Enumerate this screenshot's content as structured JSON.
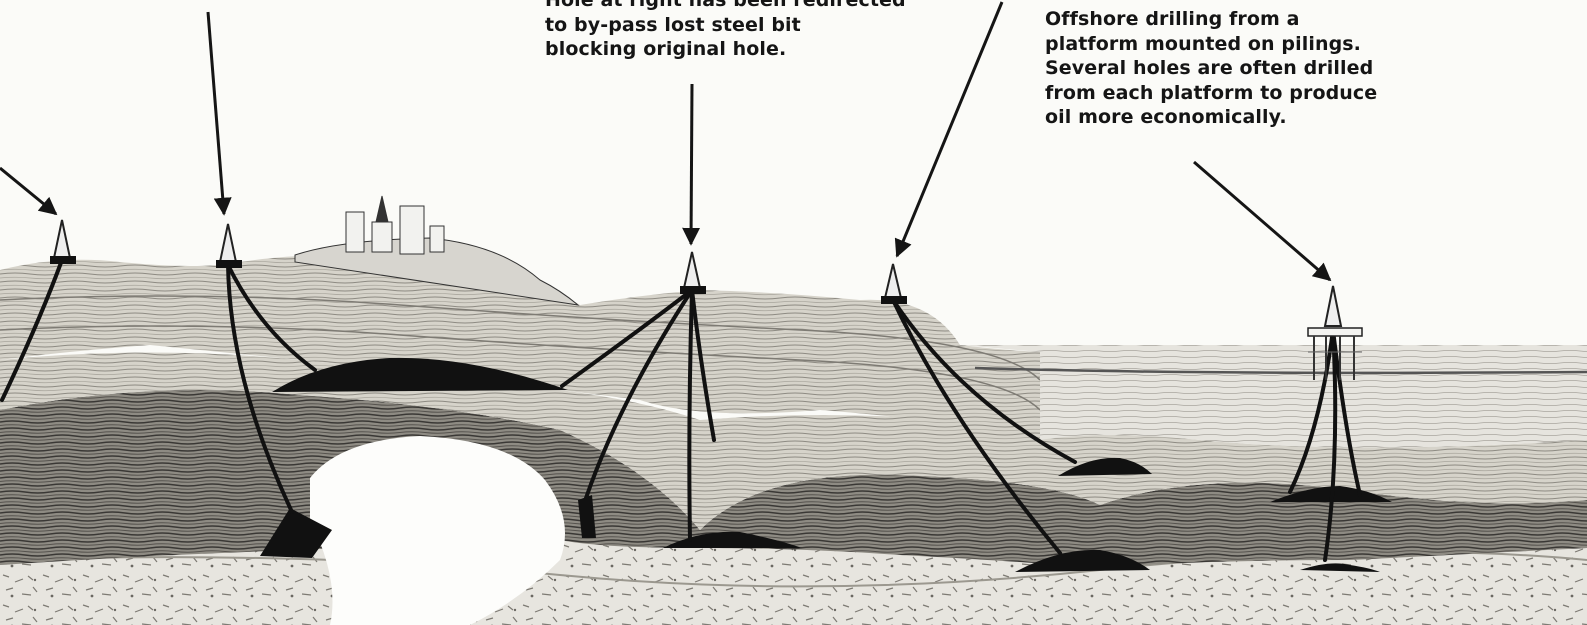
{
  "captions": {
    "left_partial": {
      "lines": [
        "··· · ···"
      ]
    },
    "center": {
      "lines": [
        "Hole at right has been redirected",
        "to by-pass lost steel bit",
        "blocking original hole."
      ]
    },
    "right": {
      "lines": [
        "Offshore drilling from a",
        "platform mounted on pilings.",
        "Several holes are often drilled",
        "from each platform to produce",
        "oil more economically."
      ]
    }
  },
  "colors": {
    "paper": "#fbfbf8",
    "ink": "#151515",
    "rock_light": "#d4d1c8",
    "rock_mid": "#9a978f",
    "rock_dark": "#4a4845",
    "oil": "#111111",
    "sea": "#e2e0da"
  },
  "icons": [
    "derrick-icon",
    "offshore-platform-icon",
    "town-icon",
    "arrow-icon"
  ]
}
